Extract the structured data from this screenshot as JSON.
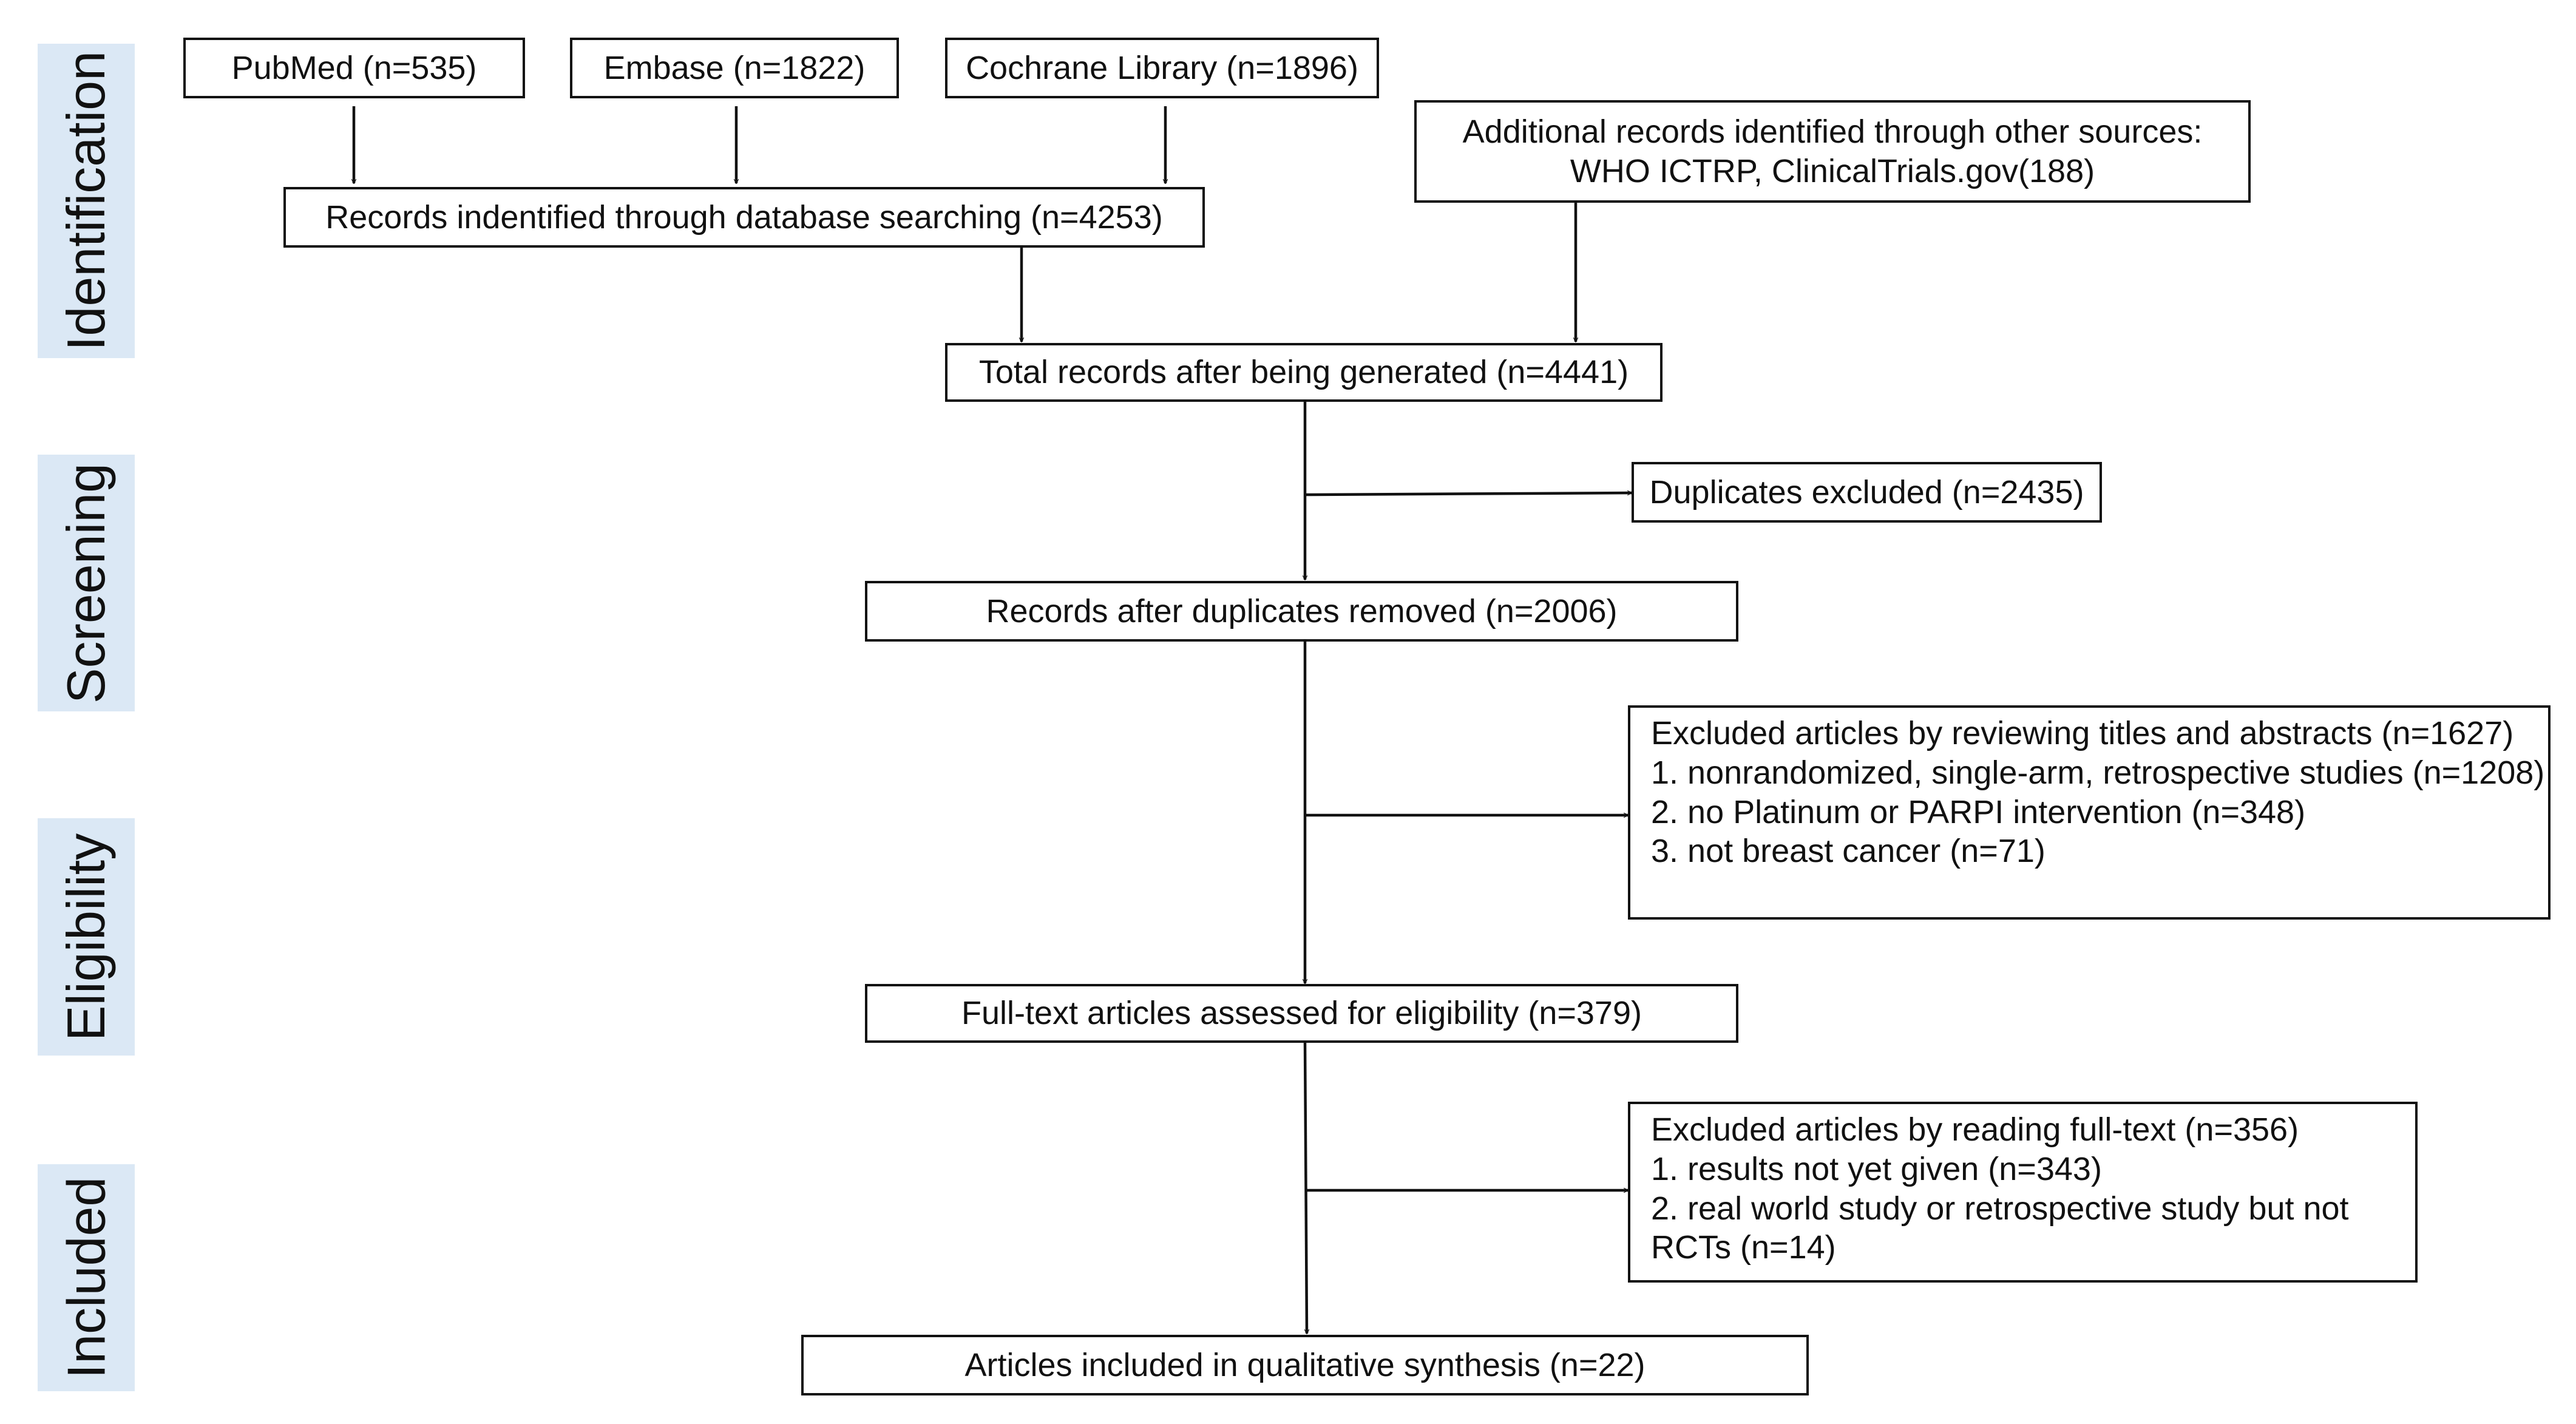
{
  "stages": [
    {
      "id": "identification",
      "label": "Identification"
    },
    {
      "id": "screening",
      "label": "Screening"
    },
    {
      "id": "eligibility",
      "label": "Eligibility"
    },
    {
      "id": "included",
      "label": "Included"
    }
  ],
  "boxes": {
    "pubmed": "PubMed (n=535)",
    "embase": "Embase (n=1822)",
    "cochrane": "Cochrane Library (n=1896)",
    "additional": [
      "Additional records identified through other sources:",
      "WHO ICTRP, ClinicalTrials.gov(188)"
    ],
    "database": "Records indentified through database searching (n=4253)",
    "total": "Total records after being generated (n=4441)",
    "duplicates": "Duplicates excluded (n=2435)",
    "after_duplicates": "Records after duplicates removed (n=2006)",
    "excluded_titles": [
      "Excluded articles by reviewing titles and abstracts (n=1627)",
      "1. nonrandomized, single-arm, retrospective studies (n=1208)",
      "2. no Platinum or PARPI intervention (n=348)",
      "3. not breast cancer (n=71)"
    ],
    "fulltext": "Full-text articles assessed for eligibility (n=379)",
    "excluded_fulltext": [
      "Excluded articles by reading full-text (n=356)",
      "1. results not yet given (n=343)",
      "2. real world study or retrospective study but not",
      "RCTs (n=14)"
    ],
    "included": "Articles included in qualitative synthesis (n=22)"
  },
  "colors": {
    "stage_fill": "#dbe8f5",
    "stroke": "#111111",
    "text": "#111111"
  }
}
